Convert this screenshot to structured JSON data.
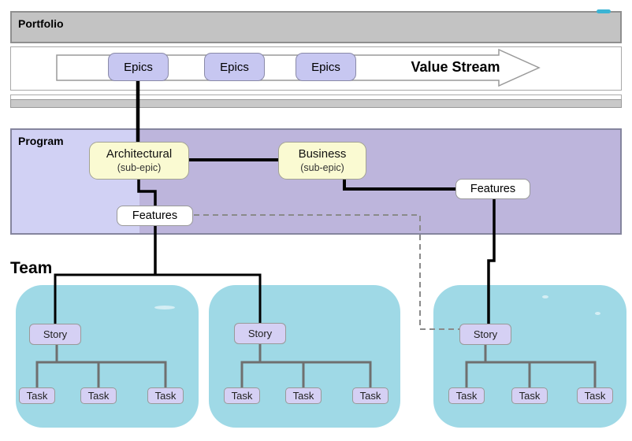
{
  "portfolio": {
    "label": "Portfolio"
  },
  "value_stream": {
    "label": "Value Stream"
  },
  "epics": [
    {
      "label": "Epics"
    },
    {
      "label": "Epics"
    },
    {
      "label": "Epics"
    }
  ],
  "program": {
    "label": "Program",
    "architectural": {
      "title": "Architectural",
      "subtitle": "(sub-epic)"
    },
    "business": {
      "title": "Business",
      "subtitle": "(sub-epic)"
    },
    "features_left": {
      "label": "Features"
    },
    "features_right": {
      "label": "Features"
    }
  },
  "team": {
    "label": "Team",
    "groups": [
      {
        "story": {
          "label": "Story"
        },
        "tasks": [
          {
            "label": "Task"
          },
          {
            "label": "Task"
          },
          {
            "label": "Task"
          }
        ]
      },
      {
        "story": {
          "label": "Story"
        },
        "tasks": [
          {
            "label": "Task"
          },
          {
            "label": "Task"
          },
          {
            "label": "Task"
          }
        ]
      },
      {
        "story": {
          "label": "Story"
        },
        "tasks": [
          {
            "label": "Task"
          },
          {
            "label": "Task"
          },
          {
            "label": "Task"
          }
        ]
      }
    ]
  },
  "colors": {
    "portfolio_band": "#c3c3c3",
    "divider_strip": "#c9c9c9",
    "program_band_left": "#d1d1f4",
    "program_band_right": "#bdb5dc",
    "epic_fill": "#c7c7f1",
    "sub_epic_fill": "#fafad2",
    "feature_fill": "#ffffff",
    "team_box_fill": "#9fd9e6",
    "story_task_fill": "#d5d0f4",
    "connector_black": "#000000",
    "task_tree_gray": "#6f6f6f",
    "dashed_gray": "#8a8a8a",
    "teal_mark": "#3bb4d4"
  }
}
